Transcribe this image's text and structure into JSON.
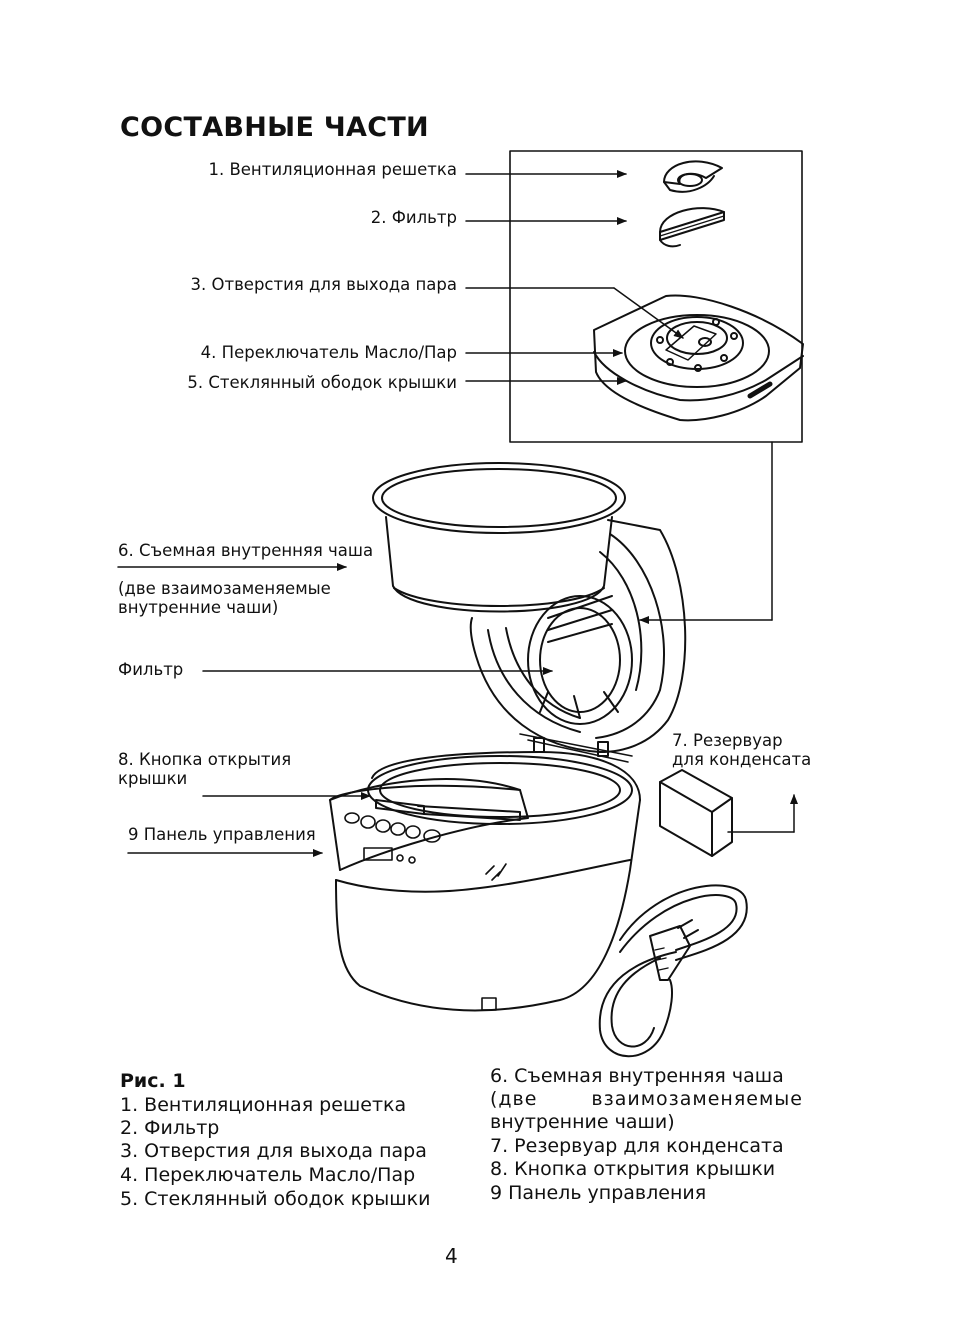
{
  "page": {
    "title": "СОСТАВНЫЕ ЧАСТИ",
    "page_number": "4"
  },
  "labels": {
    "l1": "1. Вентиляционная решетка",
    "l2": "2. Фильтр",
    "l3": "3. Отверстия для выхода пара",
    "l4": "4. Переключатель Масло/Пар",
    "l5": "5. Стеклянный ободок  крышки",
    "l6": "6. Съемная внутренняя чаша",
    "l6_sub_1": "(две взаимозаменяемые",
    "l6_sub_2": "внутренние чаши)",
    "filter": "Фильтр",
    "l7_1": "7. Резервуар",
    "l7_2": "для конденсата",
    "l8_1": "8. Кнопка открытия",
    "l8_2": "крышки",
    "l9": "9  Панель управления"
  },
  "caption": {
    "heading": "Рис. 1",
    "left": [
      "1. Вентиляционная решетка",
      "2. Фильтр",
      "3. Отверстия для выхода пара",
      "4. Переключатель Масло/Пар",
      "5. Стеклянный ободок крышки"
    ],
    "right_1": "6. Съемная внутренняя чаша",
    "right_2a": "(две",
    "right_2b": "взаимозаменяемые",
    "right_3": "внутренние чаши)",
    "right_4": "7. Резервуар для конденсата",
    "right_5": "8. Кнопка открытия крышки",
    "right_6": "9  Панель управления"
  }
}
